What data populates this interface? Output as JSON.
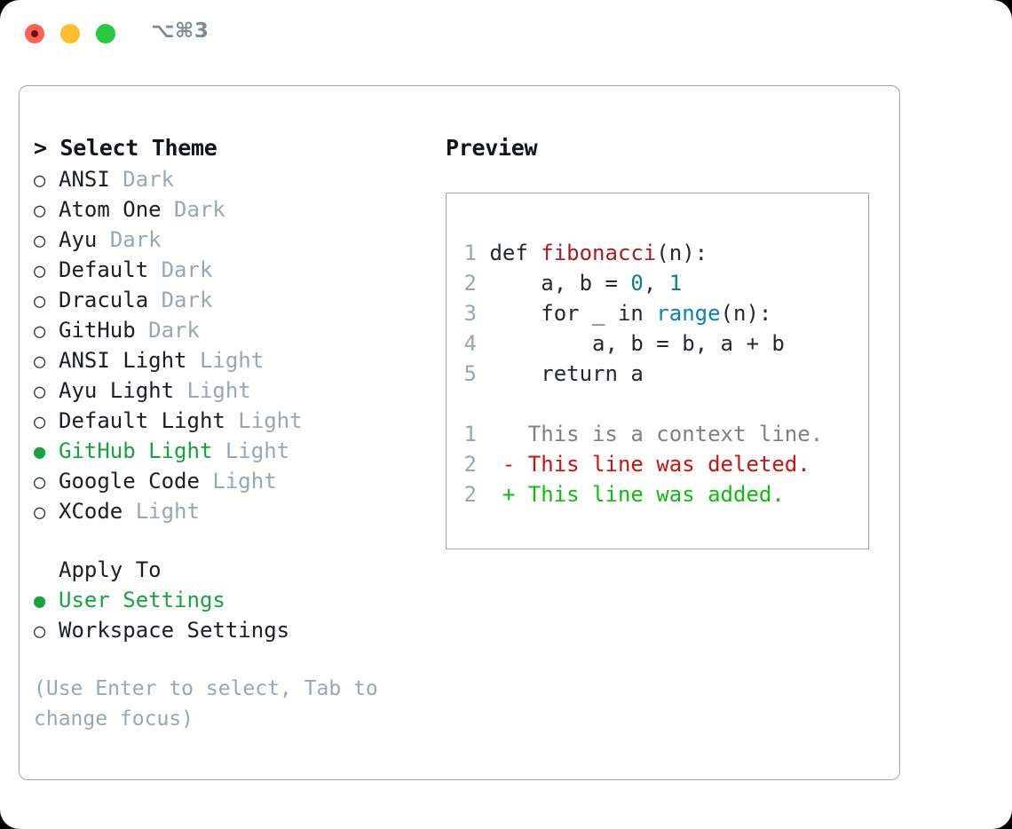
{
  "titlebar": {
    "shortcut": "⌥⌘3",
    "traffic_lights": [
      {
        "name": "close",
        "color": "#ff6058"
      },
      {
        "name": "minimize",
        "color": "#ffbd2e"
      },
      {
        "name": "maximize",
        "color": "#28c840"
      }
    ]
  },
  "left": {
    "header": "> Select Theme",
    "themes": [
      {
        "bullet": "○",
        "name": "ANSI",
        "suffix": "Dark",
        "selected": false
      },
      {
        "bullet": "○",
        "name": "Atom One",
        "suffix": "Dark",
        "selected": false
      },
      {
        "bullet": "○",
        "name": "Ayu",
        "suffix": "Dark",
        "selected": false
      },
      {
        "bullet": "○",
        "name": "Default",
        "suffix": "Dark",
        "selected": false
      },
      {
        "bullet": "○",
        "name": "Dracula",
        "suffix": "Dark",
        "selected": false
      },
      {
        "bullet": "○",
        "name": "GitHub",
        "suffix": "Dark",
        "selected": false
      },
      {
        "bullet": "○",
        "name": "ANSI Light",
        "suffix": "Light",
        "selected": false
      },
      {
        "bullet": "○",
        "name": "Ayu Light",
        "suffix": "Light",
        "selected": false
      },
      {
        "bullet": "○",
        "name": "Default Light",
        "suffix": "Light",
        "selected": false
      },
      {
        "bullet": "●",
        "name": "GitHub Light",
        "suffix": "Light",
        "selected": true
      },
      {
        "bullet": "○",
        "name": "Google Code",
        "suffix": "Light",
        "selected": false
      },
      {
        "bullet": "○",
        "name": "XCode",
        "suffix": "Light",
        "selected": false
      }
    ],
    "apply_header": "Apply To",
    "apply_options": [
      {
        "bullet": "●",
        "name": "User Settings",
        "selected": true
      },
      {
        "bullet": "○",
        "name": "Workspace Settings",
        "selected": false
      }
    ],
    "help": "(Use Enter to select, Tab to change focus)"
  },
  "right": {
    "title": "Preview",
    "code_lines": [
      {
        "no": "1",
        "parts": [
          {
            "t": "def ",
            "c": "codetext"
          },
          {
            "t": "fibonacci",
            "c": "tok-func"
          },
          {
            "t": "(n):",
            "c": "codetext"
          }
        ]
      },
      {
        "no": "2",
        "parts": [
          {
            "t": "    a, b = ",
            "c": "codetext"
          },
          {
            "t": "0",
            "c": "tok-num"
          },
          {
            "t": ", ",
            "c": "codetext"
          },
          {
            "t": "1",
            "c": "tok-num"
          }
        ]
      },
      {
        "no": "3",
        "parts": [
          {
            "t": "    for _ in ",
            "c": "codetext"
          },
          {
            "t": "range",
            "c": "tok-builtin"
          },
          {
            "t": "(n):",
            "c": "codetext"
          }
        ]
      },
      {
        "no": "4",
        "parts": [
          {
            "t": "        a, b = b, a + b",
            "c": "codetext"
          }
        ]
      },
      {
        "no": "5",
        "parts": [
          {
            "t": "    return a",
            "c": "codetext"
          }
        ]
      }
    ],
    "diff_lines": [
      {
        "no": "1",
        "marker": " ",
        "text": "  This is a context line.",
        "cls": "diff-ctx"
      },
      {
        "no": "2",
        "marker": " ",
        "text": "- This line was deleted.",
        "cls": "diff-del"
      },
      {
        "no": "2",
        "marker": " ",
        "text": "+ This line was added.",
        "cls": "diff-add"
      }
    ]
  },
  "colors": {
    "accent_green": "#19a33f",
    "muted": "#9aa6b4",
    "border": "#9aa6b4",
    "text": "#1b1f23",
    "diff_add": "#11bb11",
    "diff_del": "#cc1111"
  }
}
